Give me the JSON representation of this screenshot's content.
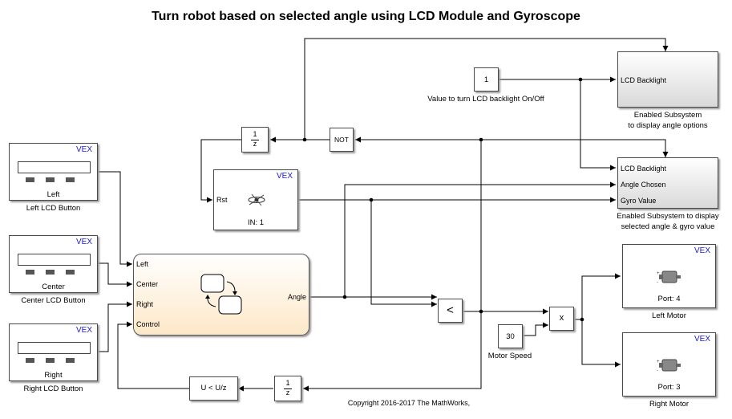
{
  "title": "Turn robot based on selected angle using LCD Module and Gyroscope",
  "vex_label": "VEX",
  "blocks": {
    "lcd_left": {
      "inner": "Left",
      "caption": "Left LCD Button"
    },
    "lcd_center": {
      "inner": "Center",
      "caption": "Center LCD Button"
    },
    "lcd_right": {
      "inner": "Right",
      "caption": "Right LCD Button"
    },
    "gyro": {
      "port_in": "Rst",
      "inner": "IN: 1"
    },
    "delay_top": {
      "num": "1",
      "den": "z"
    },
    "delay_bottom": {
      "num": "1",
      "den": "z"
    },
    "not_gate": {
      "label": "NOT"
    },
    "const_backlight": {
      "value": "1",
      "caption": "Value to turn LCD backlight On/Off"
    },
    "subsys1": {
      "port": "LCD Backlight",
      "caption_line1": "Enabled Subsystem",
      "caption_line2": "to display angle options"
    },
    "subsys2": {
      "ports": [
        "LCD Backlight",
        "Angle Chosen",
        "Gyro Value"
      ],
      "caption_line1": "Enabled Subsystem to display",
      "caption_line2": "selected angle & gyro value"
    },
    "chart": {
      "inputs": [
        "Left",
        "Center",
        "Right",
        "Control"
      ],
      "output": "Angle"
    },
    "compare": {
      "label": "<"
    },
    "product": {
      "label": "x"
    },
    "const_speed": {
      "value": "30",
      "caption": "Motor Speed"
    },
    "motor_left": {
      "inner": "Port: 4",
      "caption": "Left Motor"
    },
    "motor_right": {
      "inner": "Port: 3",
      "caption": "Right Motor"
    },
    "compare_zero": {
      "label": "U < U/z"
    }
  },
  "copyright": "Copyright 2016-2017 The MathWorks,"
}
